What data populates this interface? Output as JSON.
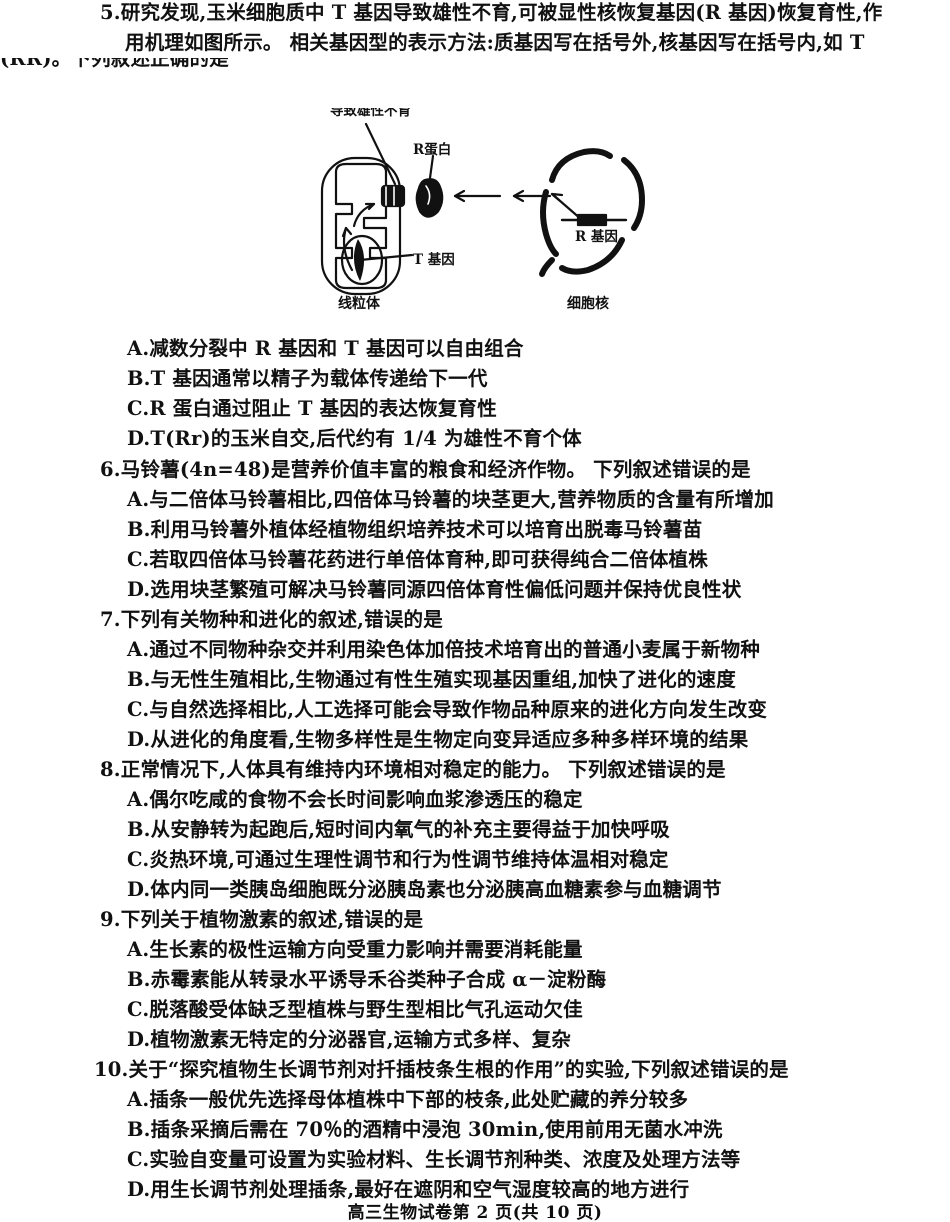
{
  "page": {
    "footer": "高三生物试卷第 2 页(共 10 页)"
  },
  "questions": [
    {
      "number": "5.",
      "stem_lines": [
        "5.研究发现,玉米细胞质中 T 基因导致雄性不育,可被显性核恢复基因(R 基因)恢复育性,作",
        "用机理如图所示。 相关基因型的表示方法:质基因写在括号外,核基因写在括号内,如 T",
        "(RR)。下列叙述正确的是"
      ],
      "options": [
        "A.减数分裂中 R 基因和 T 基因可以自由组合",
        "B.T 基因通常以精子为载体传递给下一代",
        "C.R 蛋白通过阻止 T 基因的表达恢复育性",
        "D.T(Rr)的玉米自交,后代约有 1/4 为雄性不育个体"
      ]
    },
    {
      "number": "6.",
      "stem_lines": [
        "6.马铃薯(4n=48)是营养价值丰富的粮食和经济作物。 下列叙述错误的是"
      ],
      "options": [
        "A.与二倍体马铃薯相比,四倍体马铃薯的块茎更大,营养物质的含量有所增加",
        "B.利用马铃薯外植体经植物组织培养技术可以培育出脱毒马铃薯苗",
        "C.若取四倍体马铃薯花药进行单倍体育种,即可获得纯合二倍体植株",
        "D.选用块茎繁殖可解决马铃薯同源四倍体育性偏低问题并保持优良性状"
      ]
    },
    {
      "number": "7.",
      "stem_lines": [
        "7.下列有关物种和进化的叙述,错误的是"
      ],
      "options": [
        "A.通过不同物种杂交并利用染色体加倍技术培育出的普通小麦属于新物种",
        "B.与无性生殖相比,生物通过有性生殖实现基因重组,加快了进化的速度",
        "C.与自然选择相比,人工选择可能会导致作物品种原来的进化方向发生改变",
        "D.从进化的角度看,生物多样性是生物定向变异适应多种多样环境的结果"
      ]
    },
    {
      "number": "8.",
      "stem_lines": [
        "8.正常情况下,人体具有维持内环境相对稳定的能力。 下列叙述错误的是"
      ],
      "options": [
        "A.偶尔吃咸的食物不会长时间影响血浆渗透压的稳定",
        "B.从安静转为起跑后,短时间内氧气的补充主要得益于加快呼吸",
        "C.炎热环境,可通过生理性调节和行为性调节维持体温相对稳定",
        "D.体内同一类胰岛细胞既分泌胰岛素也分泌胰高血糖素参与血糖调节"
      ]
    },
    {
      "number": "9.",
      "stem_lines": [
        "9.下列关于植物激素的叙述,错误的是"
      ],
      "options": [
        "A.生长素的极性运输方向受重力影响并需要消耗能量",
        "B.赤霉素能从转录水平诱导禾谷类种子合成 α－淀粉酶",
        "C.脱落酸受体缺乏型植株与野生型相比气孔运动欠佳",
        "D.植物激素无特定的分泌器官,运输方式多样、复杂"
      ]
    },
    {
      "number": "10.",
      "stem_lines": [
        "10.关于“探究植物生长调节剂对扦插枝条生根的作用”的实验,下列叙述错误的是"
      ],
      "options": [
        "A.插条一般优先选择母体植株中下部的枝条,此处贮藏的养分较多",
        "B.插条采摘后需在 70％的酒精中浸泡 30min,使用前用无菌水冲洗",
        "C.实验自变量可设置为实验材料、生长调节剂种类、浓度及处理方法等",
        "D.用生长调节剂处理插条,最好在遮阴和空气湿度较高的地方进行"
      ]
    }
  ],
  "figure": {
    "top_label": "导致雄性不育",
    "r_protein_label": "R蛋白",
    "t_gene_label": "T 基因",
    "r_gene_label": "R 基因",
    "mitochondrion_caption": "线粒体",
    "nucleus_caption": "细胞核",
    "stroke_color": "#111111"
  }
}
